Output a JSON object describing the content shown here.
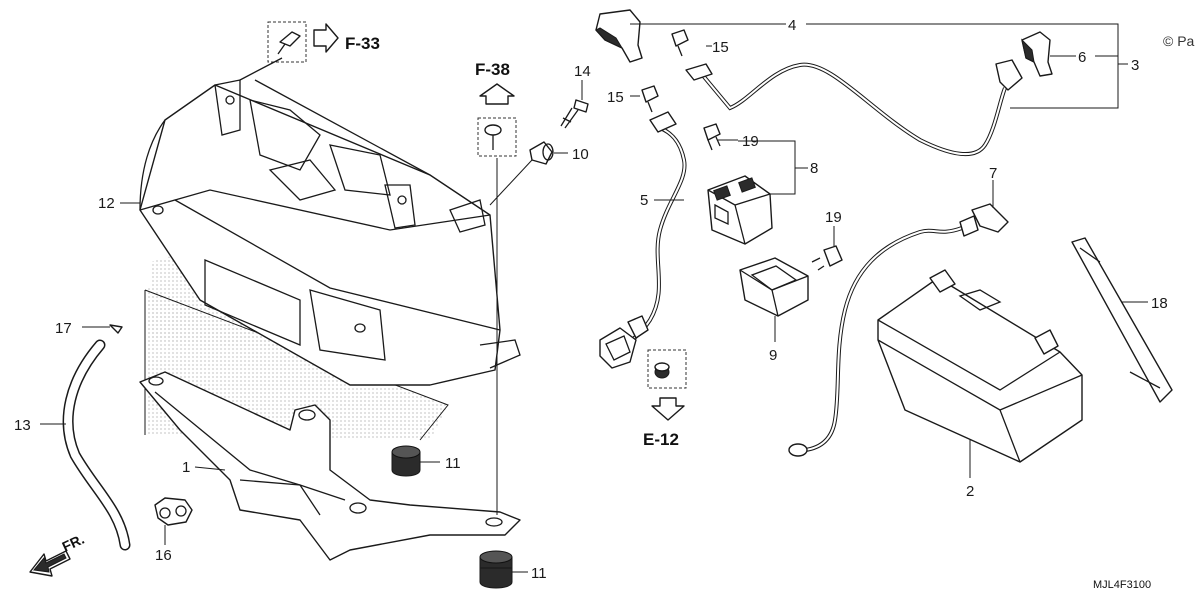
{
  "copyright": "© Pa",
  "diagram_code": "MJL4F3100",
  "direction_label": "FR.",
  "references": {
    "f33": "F-33",
    "f38": "F-38",
    "e12": "E-12"
  },
  "callouts": {
    "c1": "1",
    "c2": "2",
    "c3": "3",
    "c4": "4",
    "c5": "5",
    "c6": "6",
    "c7": "7",
    "c8": "8",
    "c9": "9",
    "c10": "10",
    "c11a": "11",
    "c11b": "11",
    "c12": "12",
    "c13": "13",
    "c14": "14",
    "c15a": "15",
    "c15b": "15",
    "c16": "16",
    "c17": "17",
    "c18": "18",
    "c19a": "19",
    "c19b": "19"
  }
}
